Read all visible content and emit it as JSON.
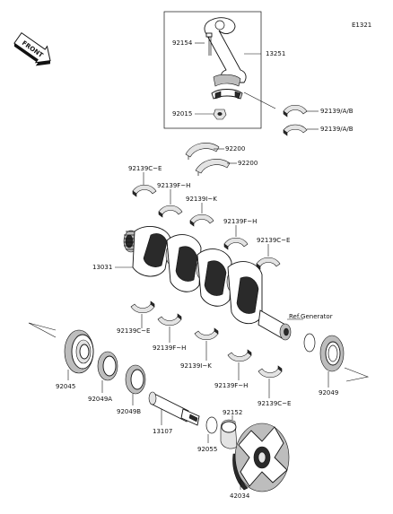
{
  "diagram_id": "E1321",
  "front_label": "FRONT",
  "callouts": {
    "c13251": "13251",
    "c92154": "92154",
    "c92015": "92015",
    "c92139ab_1": "92139/A/B",
    "c92139ab_2": "92139/A/B",
    "c92200_1": "92200",
    "c92200_2": "92200",
    "c92139ce_1": "92139C~E",
    "c92139fh_1": "92139F~H",
    "c92139ik_1": "92139I~K",
    "c92139fh_2": "92139F~H",
    "c92139ce_2": "92139C~E",
    "c13031": "13031",
    "c92139ce_3": "92139C~E",
    "c92139fh_3": "92139F~H",
    "c92139ik_2": "92139I~K",
    "c92139fh_4": "92139F~H",
    "c92139ce_4": "92139C~E",
    "ref_generator": "Ref.Generator",
    "c92045": "92045",
    "c92049a": "92049A",
    "c92049b": "92049B",
    "c13107": "13107",
    "c92055": "92055",
    "c92152": "92152",
    "c42034": "42034",
    "c92049": "92049"
  }
}
